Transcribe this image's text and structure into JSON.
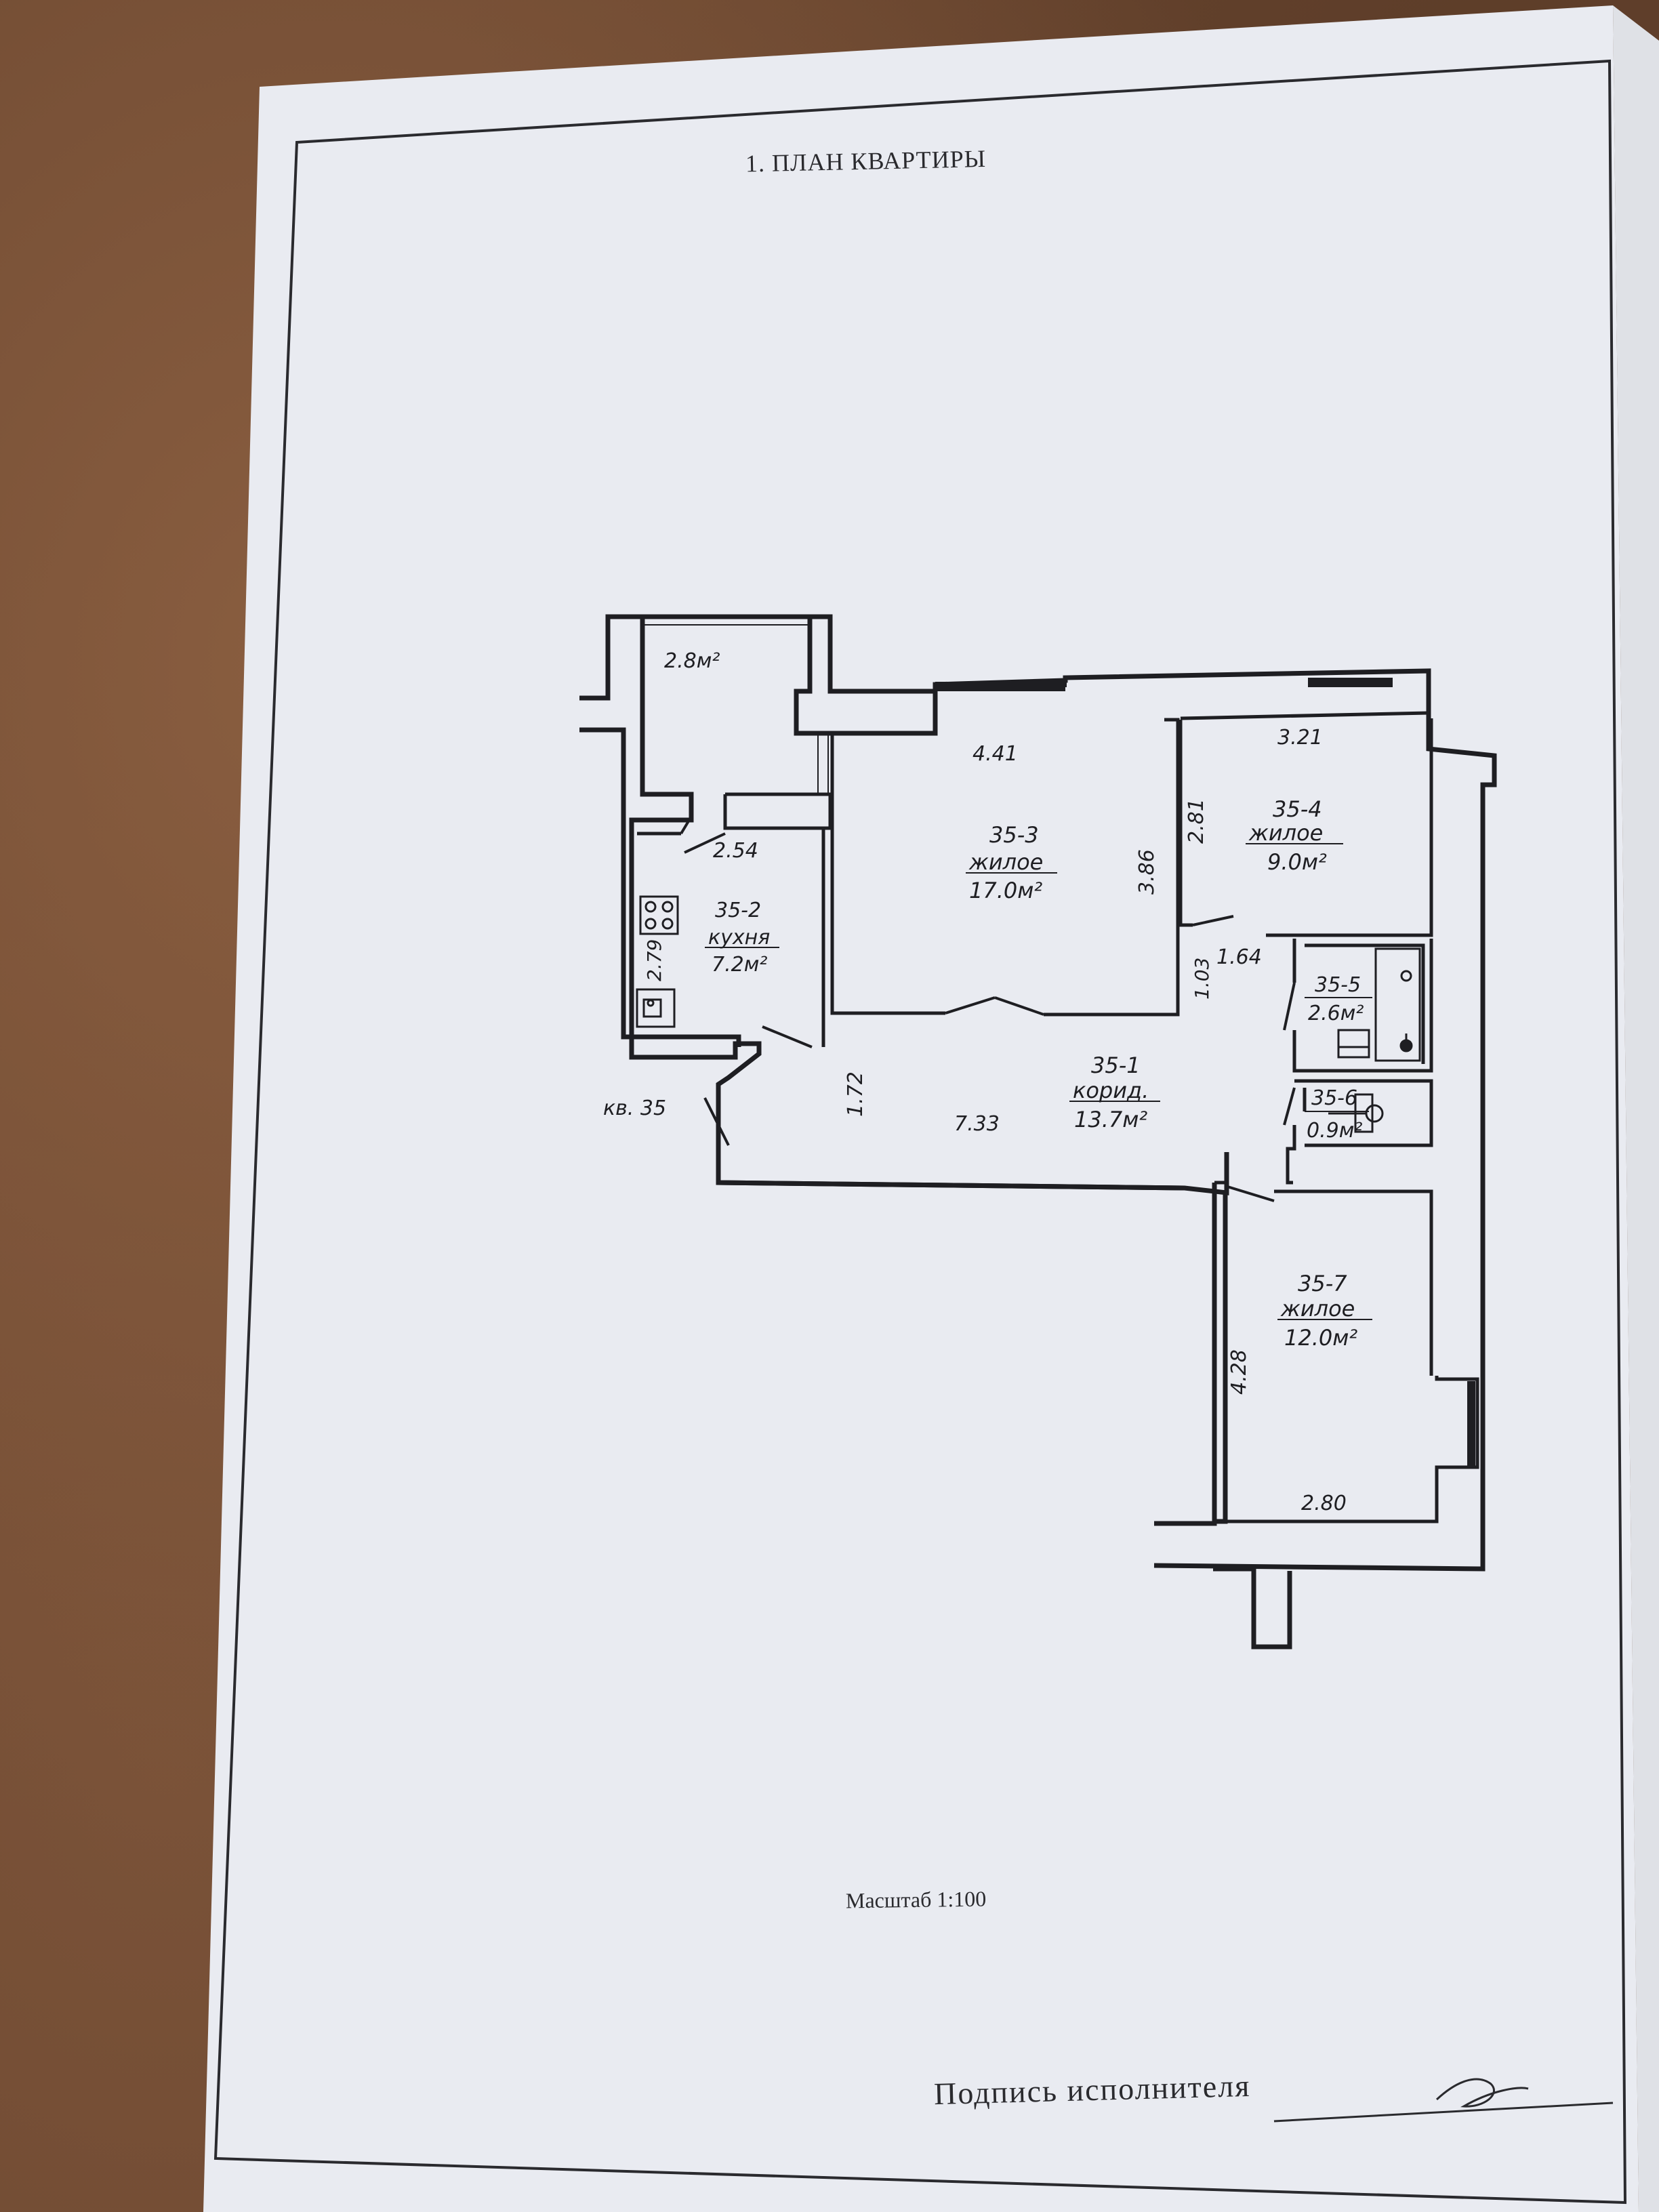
{
  "document": {
    "title": "1. ПЛАН КВАРТИРЫ",
    "scale_label": "Масштаб 1:100",
    "signature_label": "Подпись исполнителя"
  },
  "plan": {
    "apartment_label": "кв. 35",
    "rooms": [
      {
        "id": "35-1",
        "type": "корид.",
        "area": "13.7м²"
      },
      {
        "id": "35-2",
        "type": "кухня",
        "area": "7.2м²"
      },
      {
        "id": "35-3",
        "type": "жилое",
        "area": "17.0м²"
      },
      {
        "id": "35-4",
        "type": "жилое",
        "area": "9.0м²"
      },
      {
        "id": "35-5",
        "type": "",
        "area": "2.6м²"
      },
      {
        "id": "35-6",
        "type": "",
        "area": "0.9м²"
      },
      {
        "id": "35-7",
        "type": "жилое",
        "area": "12.0м²"
      }
    ],
    "balcony_area": "2.8м²",
    "dimensions": {
      "room3_width": "4.41",
      "room3_height": "3.86",
      "room4_width": "3.21",
      "room4_height": "2.81",
      "kitchen_width": "2.54",
      "kitchen_height": "2.79",
      "corridor_length": "7.33",
      "corridor_width": "1.72",
      "corridor_branch_width": "1.64",
      "corridor_branch_height": "1.03",
      "room7_height": "4.28",
      "room7_width": "2.80"
    }
  }
}
